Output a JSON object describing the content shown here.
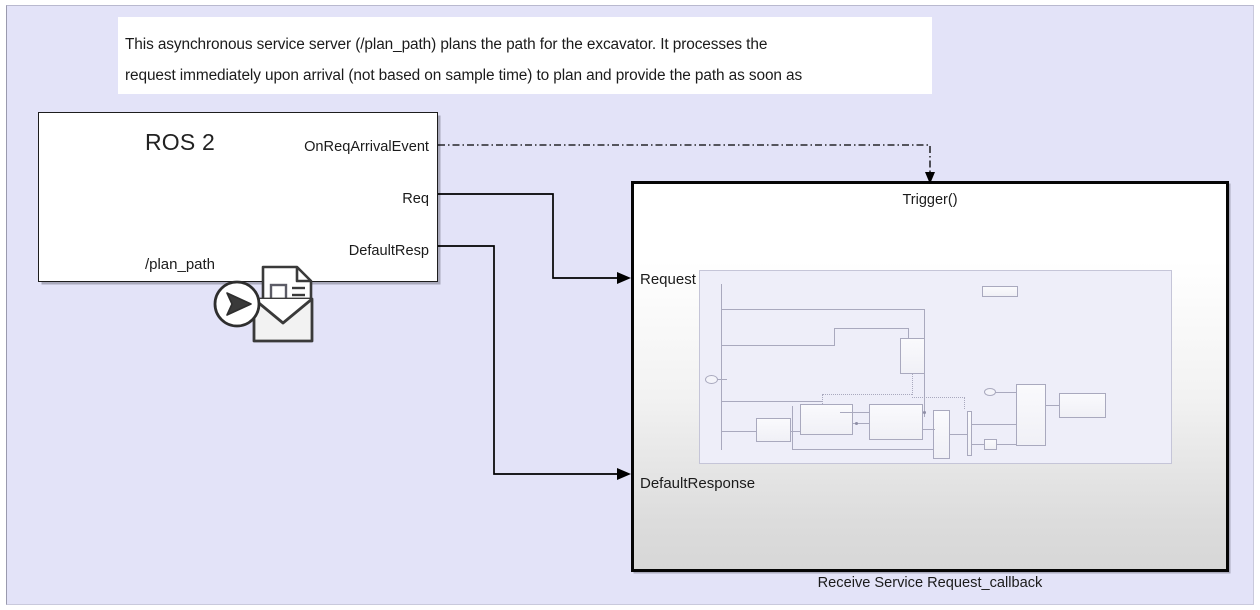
{
  "canvas": {
    "background_color": "#e3e3f8"
  },
  "annotation": {
    "name": "model-annotation",
    "lines": [
      "This asynchronous service server (/plan_path) plans the path for the excavator. It processes the",
      "request immediately upon arrival (not based on sample time) to plan and provide the path as soon as"
    ],
    "background_color": "#ffffff"
  },
  "ros_service_block": {
    "title": "ROS 2",
    "service_name": "/plan_path",
    "icon": "ros-service-envelope-icon",
    "output_ports": [
      {
        "label": "OnReqArrivalEvent",
        "kind": "event"
      },
      {
        "label": "Req",
        "kind": "signal"
      },
      {
        "label": "DefaultResp",
        "kind": "signal"
      }
    ]
  },
  "subsystem_block": {
    "name": "Receive Service Request_callback",
    "trigger_label": "Trigger()",
    "input_ports": [
      {
        "label": "Request"
      },
      {
        "label": "DefaultResponse"
      }
    ],
    "preview": "subsystem-contents-thumbnail"
  },
  "connections": [
    {
      "from": "OnReqArrivalEvent",
      "to": "Trigger()",
      "style": "dash-dot",
      "arrow": "down"
    },
    {
      "from": "Req",
      "to": "Request",
      "style": "solid",
      "arrow": "right"
    },
    {
      "from": "DefaultResp",
      "to": "DefaultResponse",
      "style": "solid",
      "arrow": "right"
    }
  ],
  "colors": {
    "canvas": "#e3e3f8",
    "block_border": "#1d1d1d",
    "wire": "#000000",
    "thumbnail_fill": "#eeeef9"
  }
}
